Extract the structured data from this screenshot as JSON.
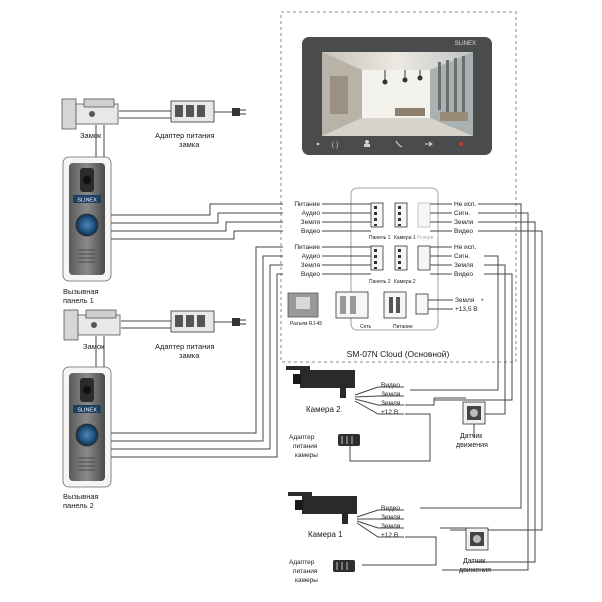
{
  "monitor": {
    "title": "SM-07N Cloud (Основной)",
    "brand": "SLINEX"
  },
  "call_panels": [
    {
      "brand": "SLINEX",
      "label_line1": "Вызывная",
      "label_line2": "панель 1"
    },
    {
      "brand": "SLINEX",
      "label_line1": "Вызывная",
      "label_line2": "панель 2"
    }
  ],
  "locks": [
    {
      "label": "Замок",
      "adapter_line1": "Адаптер питания",
      "adapter_line2": "замка"
    },
    {
      "label": "Замок",
      "adapter_line1": "Адаптер питания",
      "adapter_line2": "замка"
    }
  ],
  "panel_wires": [
    "Питание",
    "Аудио",
    "Земля",
    "Видео"
  ],
  "camera_wires_right": [
    "Не исп.",
    "Сигн.",
    "Земля",
    "Видео"
  ],
  "connectors": {
    "panel1": "Панель 1",
    "camera1": "Камера 1",
    "reserve": "Резерв",
    "panel2": "Панель 2",
    "camera2": "Камера 2",
    "network": "Сеть",
    "power": "Питание",
    "rj45": "Разъем RJ-45"
  },
  "power_wires": [
    "Земля",
    "+13,5 В"
  ],
  "power_note": "*",
  "cameras": [
    {
      "label": "Камера 2",
      "wires": [
        "Видео",
        "Земля",
        "Земля",
        "+12 В"
      ],
      "adapter_line1": "Адаптер",
      "adapter_line2": "питания",
      "adapter_line3": "камеры"
    },
    {
      "label": "Камера 1",
      "wires": [
        "Видео",
        "Земля",
        "Земля",
        "+12 В"
      ],
      "adapter_line1": "Адаптер",
      "adapter_line2": "питания",
      "adapter_line3": "камеры"
    }
  ],
  "motion_sensors": [
    {
      "line1": "Датчик",
      "line2": "движения"
    },
    {
      "line1": "Датчик",
      "line2": "движения"
    }
  ]
}
